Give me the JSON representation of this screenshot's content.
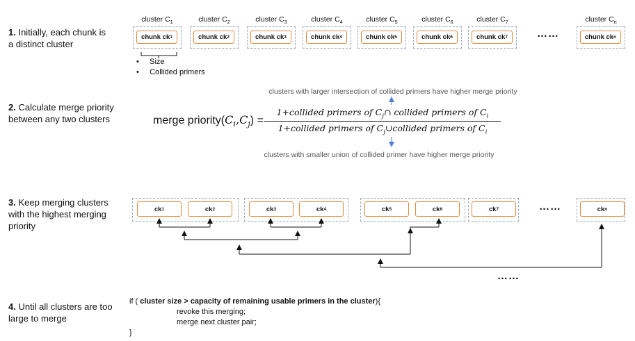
{
  "steps": [
    {
      "num": "1.",
      "line1": "Initially, each chunk is",
      "line2": "a distinct cluster"
    },
    {
      "num": "2.",
      "line1": "Calculate merge priority",
      "line2": "between any two clusters"
    },
    {
      "num": "3.",
      "line1": "Keep merging clusters",
      "line2": "with the highest merging",
      "line3": "priority"
    },
    {
      "num": "4.",
      "line1": "Until all clusters are too",
      "line2": "large to merge"
    }
  ],
  "row1": {
    "clusters": [
      {
        "label": "cluster C",
        "sub": "1",
        "chunk": "chunk ck",
        "csub": "1"
      },
      {
        "label": "cluster C",
        "sub": "2",
        "chunk": "chunk ck",
        "csub": "2"
      },
      {
        "label": "cluster C",
        "sub": "3",
        "chunk": "chunk ck",
        "csub": "3"
      },
      {
        "label": "cluster C",
        "sub": "4",
        "chunk": "chunk ck",
        "csub": "4"
      },
      {
        "label": "cluster C",
        "sub": "5",
        "chunk": "chunk ck",
        "csub": "5"
      },
      {
        "label": "cluster C",
        "sub": "6",
        "chunk": "chunk ck",
        "csub": "6"
      },
      {
        "label": "cluster C",
        "sub": "7",
        "chunk": "chunk ck",
        "csub": "7"
      },
      {
        "label": "cluster C",
        "sub": "n",
        "chunk": "chunk ck",
        "csub": "n"
      }
    ],
    "ellipsis": "……",
    "bullets": [
      "Size",
      "Collided primers"
    ]
  },
  "formula": {
    "lhs": "merge priority(",
    "lhs_args": "C",
    "lhs_i": "i",
    "lhs_j": "j",
    "numerator": "1+collided primers of C",
    "numerator_mid": "∩ collided primers of C",
    "denominator": "1+collided primers of C",
    "denominator_mid": "∪collided primers of C",
    "note_top": "clusters with larger intersection of collided primers have higher merge priority",
    "note_bottom": "clusters with smaller union of collided primer have higher merge priority"
  },
  "row3": {
    "chunks": [
      {
        "label": "ck",
        "sub": "1"
      },
      {
        "label": "ck",
        "sub": "2"
      },
      {
        "label": "ck",
        "sub": "3"
      },
      {
        "label": "ck",
        "sub": "4"
      },
      {
        "label": "ck",
        "sub": "5"
      },
      {
        "label": "ck",
        "sub": "6"
      },
      {
        "label": "ck",
        "sub": "7"
      },
      {
        "label": "ck",
        "sub": "n"
      }
    ],
    "ellipsis": "……",
    "ellipsis_bottom": "……"
  },
  "code": {
    "line1_pre": "if ( ",
    "line1_bold": "cluster size > capacity of remaining usable primers in the cluster",
    "line1_post": "){",
    "line2": "revoke this merging;",
    "line3": "merge next cluster pair;",
    "line4": "}"
  }
}
